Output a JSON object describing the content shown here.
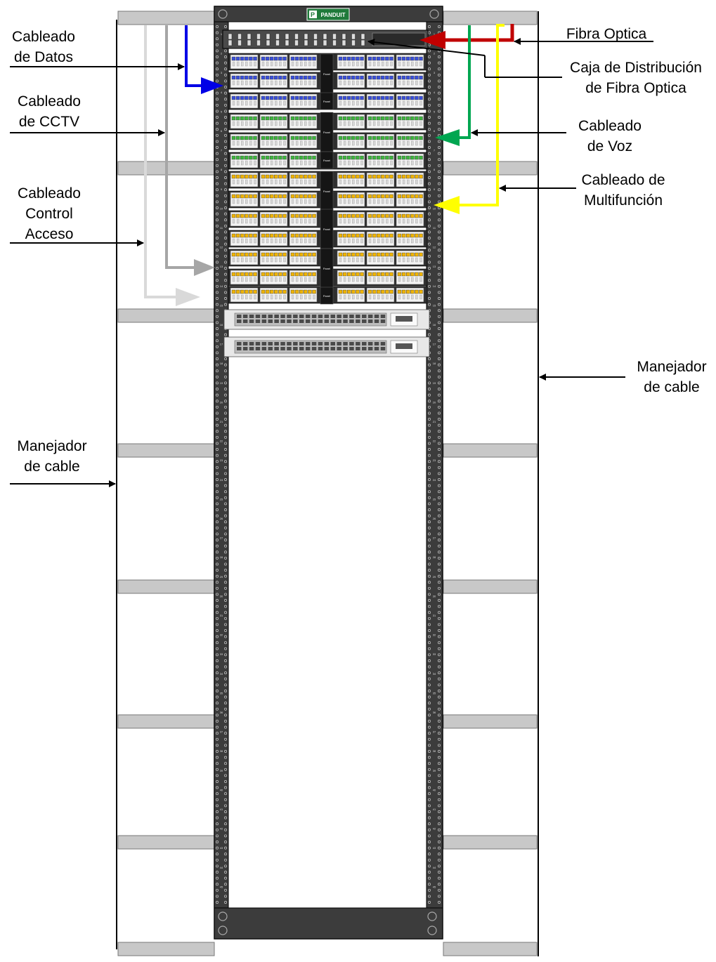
{
  "brand": "PANDUIT",
  "labels": {
    "datos": [
      "Cableado",
      "de Datos"
    ],
    "cctv": [
      "Cableado",
      "de CCTV"
    ],
    "acceso": [
      "Cableado",
      "Control",
      "Acceso"
    ],
    "manejador_left": [
      "Manejador",
      "de cable"
    ],
    "fibra": [
      "Fibra Optica"
    ],
    "caja": [
      "Caja de Distribución",
      "de Fibra Optica"
    ],
    "voz": [
      "Cableado",
      "de Voz"
    ],
    "multi": [
      "Cableado de",
      "Multifunción"
    ],
    "manejador_right": [
      "Manejador",
      "de cable"
    ]
  },
  "panel_label": "Panel",
  "rack_units_left": [
    "1",
    "2",
    "3",
    "4",
    "5",
    "6",
    "7",
    "8",
    "9",
    "10",
    "11",
    "12",
    "13",
    "14",
    "15",
    "16",
    "17",
    "18",
    "19",
    "20",
    "21",
    "22",
    "23",
    "24",
    "25",
    "26",
    "27",
    "28",
    "29",
    "30",
    "31",
    "32",
    "33",
    "34",
    "35",
    "36",
    "37",
    "38",
    "39",
    "40",
    "41",
    "42",
    "43",
    "44",
    "45"
  ],
  "colors": {
    "datos": "#0000e6",
    "cctv": "#a6a6a6",
    "acceso": "#d9d9d9",
    "fibra": "#c00000",
    "voz": "#00a651",
    "multi": "#ffff00",
    "jack_blue": "#3a4fd8",
    "jack_green": "#3fb43f",
    "jack_yellow": "#f0b400"
  }
}
